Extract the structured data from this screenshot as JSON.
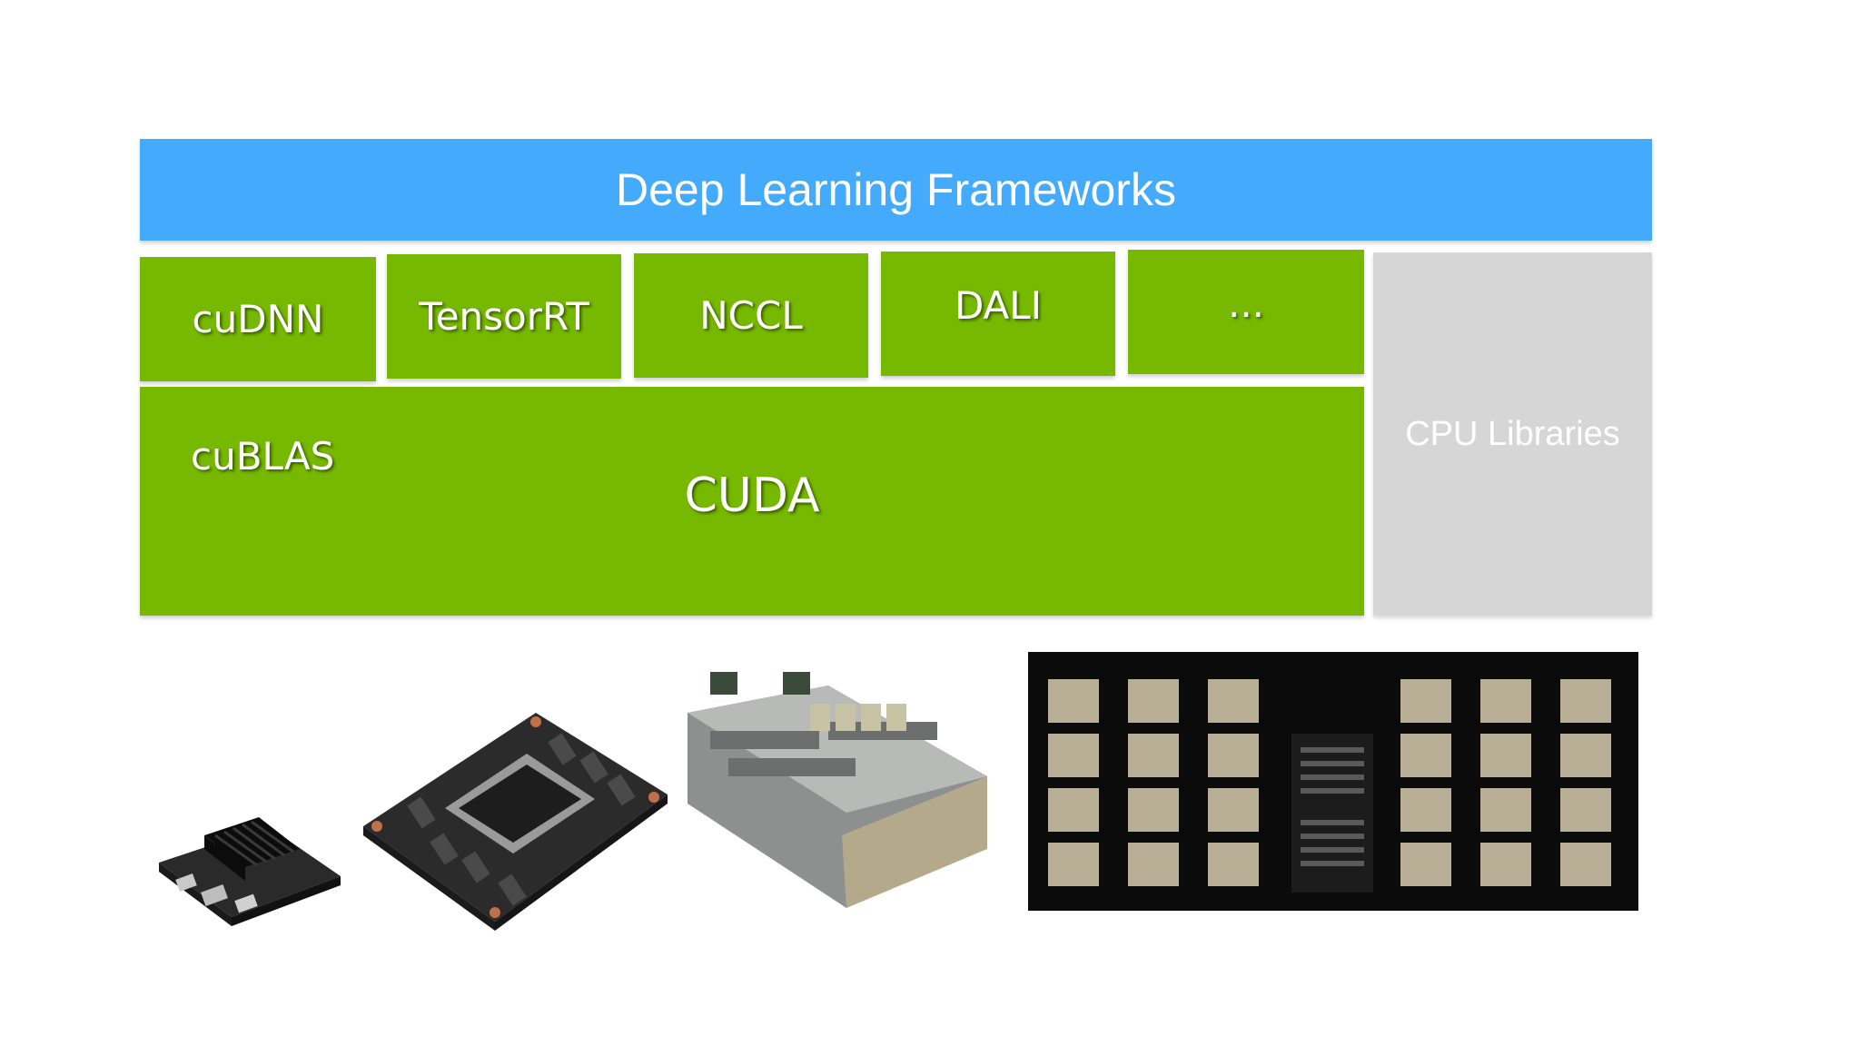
{
  "banner": {
    "label": "Deep Learning Frameworks"
  },
  "libraries": {
    "cudnn": "cuDNN",
    "tensorrt": "TensorRT",
    "nccl": "NCCL",
    "dali": "DALI",
    "more": "..."
  },
  "cuda_block": {
    "sublabel": "cuBLAS",
    "label": "CUDA"
  },
  "cpu_block": {
    "label": "CPU Libraries"
  },
  "colors": {
    "framework_blue": "#44aafc",
    "nvidia_green": "#76b900",
    "cpu_gray": "#d6d6d6"
  },
  "hardware": [
    {
      "icon": "jetson-nano-board-icon"
    },
    {
      "icon": "gpu-module-icon"
    },
    {
      "icon": "server-tray-icon"
    },
    {
      "icon": "supercomputer-racks-icon"
    }
  ]
}
